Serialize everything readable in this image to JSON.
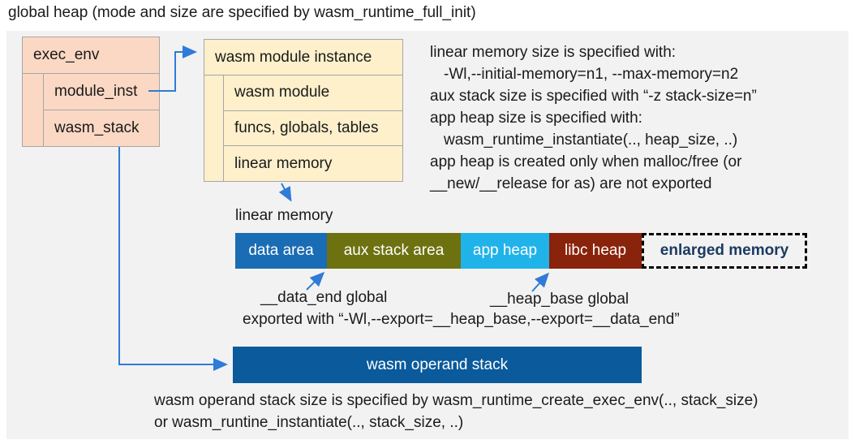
{
  "title": "global heap (mode and size are specified by wasm_runtime_full_init)",
  "exec_env": {
    "header": "exec_env",
    "rows": [
      "module_inst",
      "wasm_stack"
    ]
  },
  "module_instance": {
    "header": "wasm module instance",
    "rows": [
      "wasm module",
      "funcs, globals, tables",
      "linear memory"
    ]
  },
  "notes_right": {
    "line1": "linear memory size is specified with:",
    "line2": "-Wl,--initial-memory=n1, --max-memory=n2",
    "line3": "aux stack size is specified with “-z stack-size=n”",
    "line4": "app heap size is specified with:",
    "line5": "wasm_runtime_instantiate(.., heap_size, ..)",
    "line6": "app heap is created only when malloc/free (or",
    "line7": "__new/__release for as) are not exported"
  },
  "linear_memory": {
    "label": "linear memory",
    "segments": [
      {
        "label": "data area",
        "color": "#1a6cb4"
      },
      {
        "label": "aux stack area",
        "color": "#6d7110"
      },
      {
        "label": "app heap",
        "color": "#20b3e9"
      },
      {
        "label": "libc heap",
        "color": "#8a230b"
      },
      {
        "label": "enlarged memory",
        "color": "#ffffff",
        "text_color": "#1c3a63",
        "border": "dashed"
      }
    ]
  },
  "annotations": {
    "data_end": "__data_end global",
    "heap_base": "__heap_base global",
    "exported": "exported with “-Wl,--export=__heap_base,--export=__data_end”"
  },
  "operand_stack": {
    "label": "wasm operand stack"
  },
  "notes_bottom": {
    "line1": "wasm operand stack size is specified by wasm_runtime_create_exec_env(.., stack_size)",
    "line2": "or wasm_runtine_instantiate(.., stack_size, ..)"
  },
  "colors": {
    "panel_bg": "#f2f2f2",
    "exec_env_fill": "#fbd8c4",
    "module_instance_fill": "#fdf0cb",
    "box_border": "#a6a6a6",
    "operand_stack_fill": "#0a5a9c",
    "arrow": "#2e7bd8"
  }
}
